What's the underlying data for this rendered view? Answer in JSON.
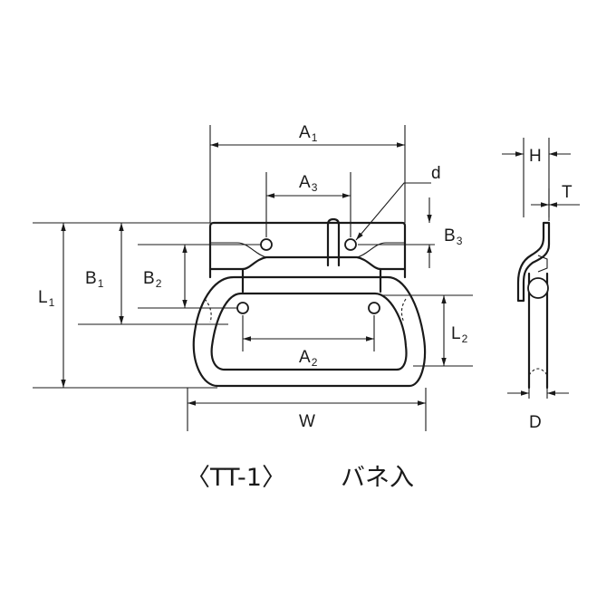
{
  "dimension_labels": {
    "A1": {
      "base": "A",
      "sub": "1"
    },
    "A2": {
      "base": "A",
      "sub": "2"
    },
    "A3": {
      "base": "A",
      "sub": "3"
    },
    "B1": {
      "base": "B",
      "sub": "1"
    },
    "B2": {
      "base": "B",
      "sub": "2"
    },
    "B3": {
      "base": "B",
      "sub": "3"
    },
    "L1": {
      "base": "L",
      "sub": "1"
    },
    "L2": {
      "base": "L",
      "sub": "2"
    },
    "W": "W",
    "d": "d",
    "H": "H",
    "T": "T",
    "D": "D"
  },
  "caption": {
    "model": "〈TT-1〉",
    "note": "バネ入"
  }
}
